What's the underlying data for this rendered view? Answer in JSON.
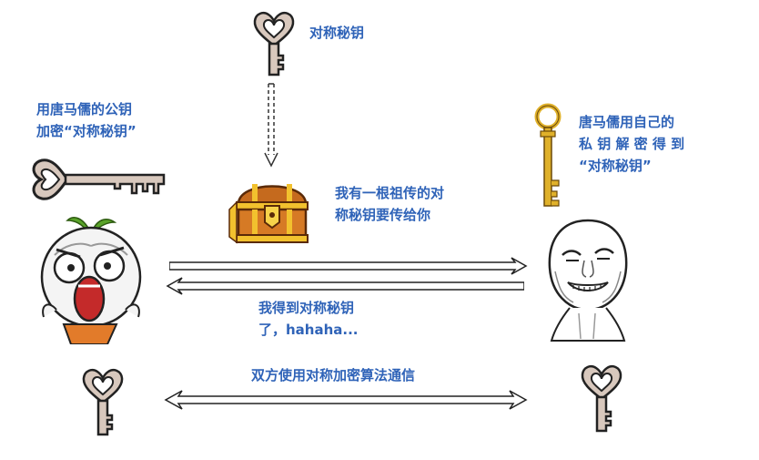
{
  "top_key_label": "对称秘钥",
  "left_text": {
    "line1": "用唐马儒的公钥",
    "line2": "加密“对称秘钥”"
  },
  "right_text": {
    "line1": "唐马儒用自己的",
    "line2": "私 钥 解 密 得 到",
    "line3": "“对称秘钥”"
  },
  "chest_text": {
    "line1": "我有一根祖传的对",
    "line2": "称秘钥要传给你"
  },
  "got_text": {
    "line1": "我得到对称秘钥",
    "line2": "了，hahaha..."
  },
  "bottom_text": "双方使用对称加密算法通信",
  "colors": {
    "label": "#2f63b8",
    "key": "#d8c8bd",
    "gold_key": "#e0b12a",
    "chest": "#c56a1e"
  },
  "icons": [
    "heart-key-icon",
    "treasure-chest-icon",
    "gold-key-icon",
    "radish-face-icon",
    "bald-man-face-icon"
  ]
}
